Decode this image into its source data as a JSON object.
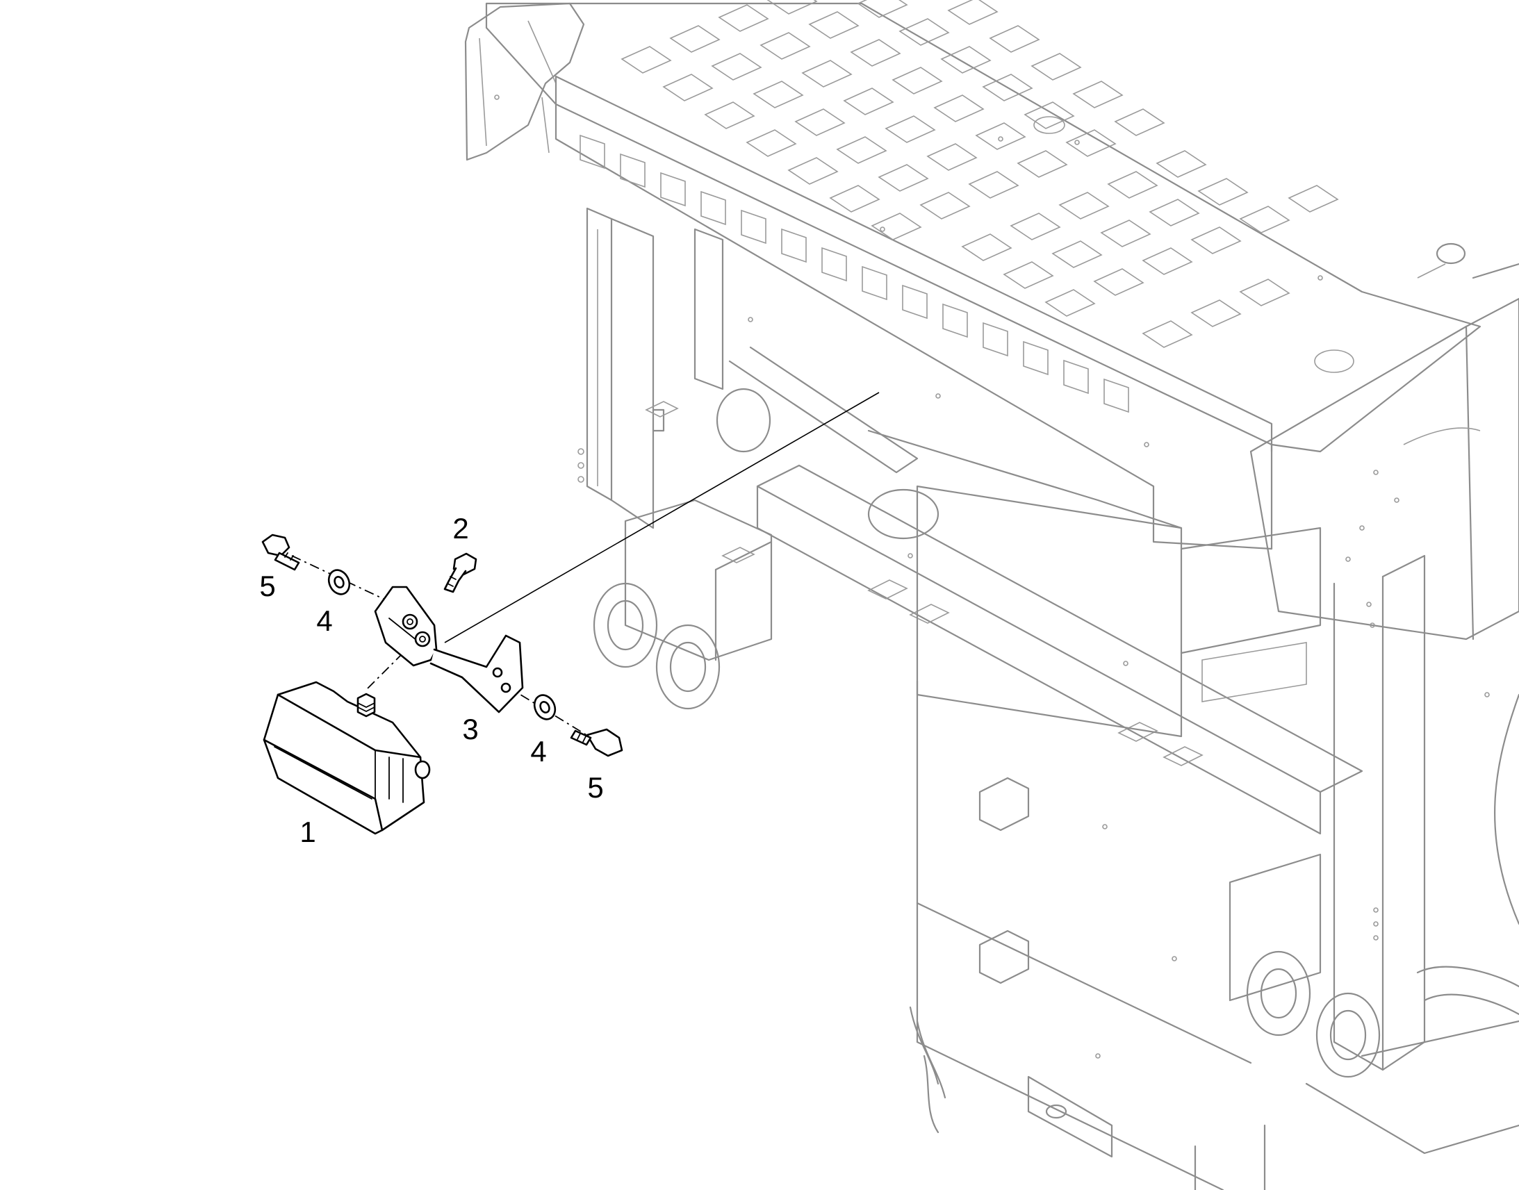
{
  "callouts": [
    {
      "id": "c1",
      "label": "1",
      "part": "light-housing"
    },
    {
      "id": "c2",
      "label": "2",
      "part": "cap-screw"
    },
    {
      "id": "c3",
      "label": "3",
      "part": "mounting-bracket"
    },
    {
      "id": "c4a",
      "label": "4",
      "part": "washer"
    },
    {
      "id": "c4b",
      "label": "4",
      "part": "washer"
    },
    {
      "id": "c5a",
      "label": "5",
      "part": "bolt"
    },
    {
      "id": "c5b",
      "label": "5",
      "part": "bolt"
    }
  ]
}
